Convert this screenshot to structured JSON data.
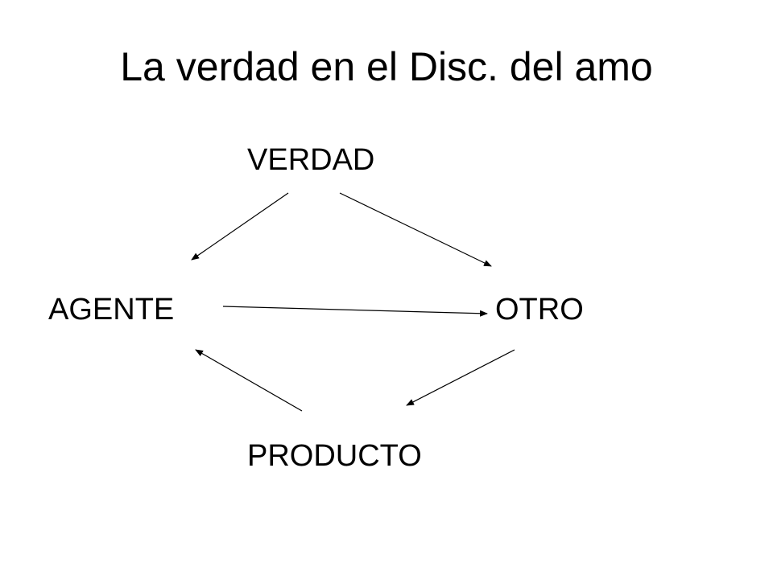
{
  "slide": {
    "title": "La verdad en el Disc. del amo"
  },
  "diagram": {
    "nodes": {
      "verdad": "VERDAD",
      "agente": "AGENTE",
      "otro": "OTRO",
      "producto": "PRODUCTO"
    },
    "edges": [
      {
        "from": "verdad",
        "to": "agente"
      },
      {
        "from": "verdad",
        "to": "otro"
      },
      {
        "from": "agente",
        "to": "otro"
      },
      {
        "from": "otro",
        "to": "producto"
      },
      {
        "from": "producto",
        "to": "agente"
      }
    ],
    "colors": {
      "text": "#000000",
      "background": "#ffffff",
      "arrow": "#000000"
    }
  }
}
